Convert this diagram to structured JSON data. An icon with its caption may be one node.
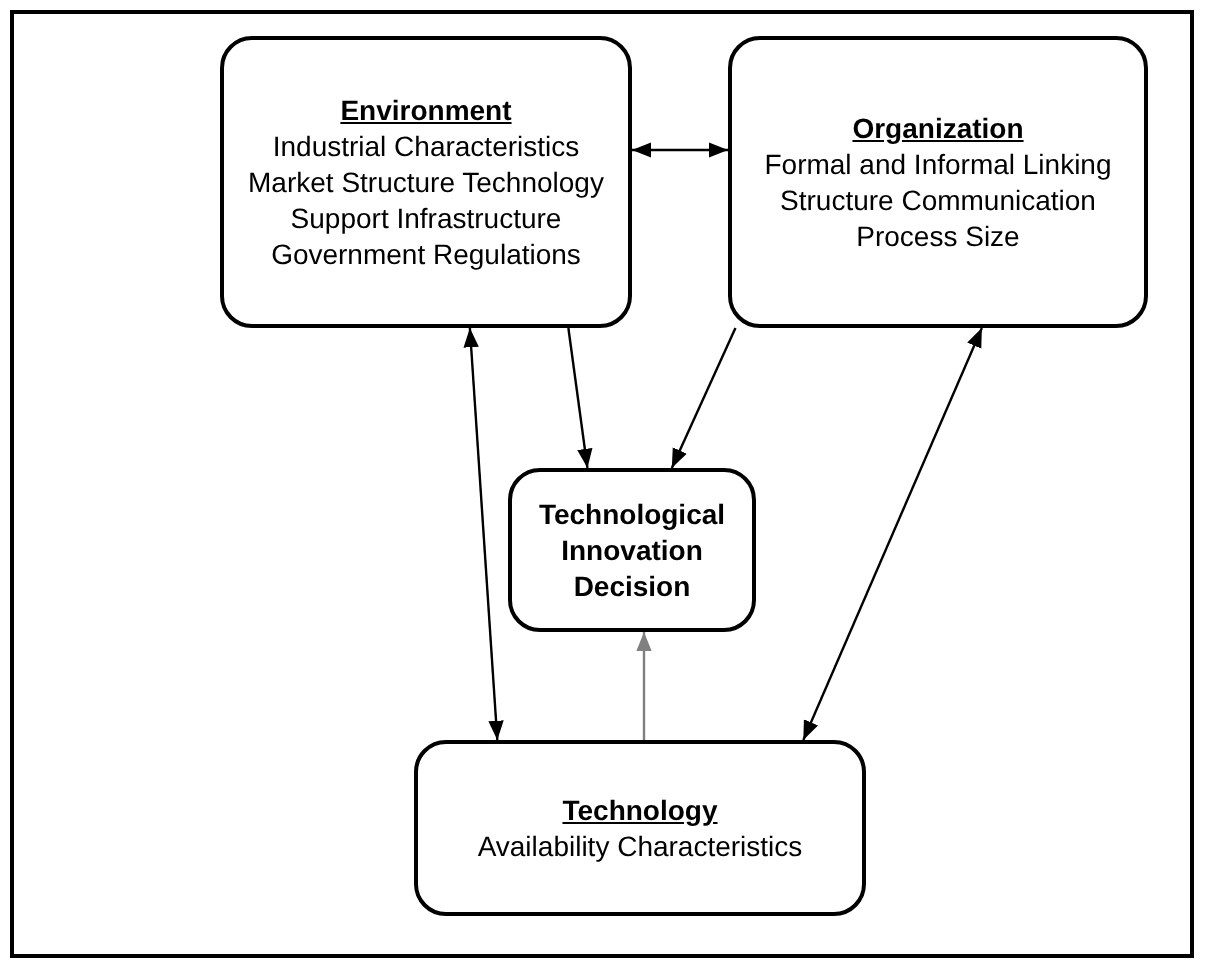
{
  "diagram": {
    "nodes": [
      {
        "text": [
          "Environment",
          "Industrial Characteristics Market Structure Technology Support Infrastructure Government Regulations"
        ]
      },
      {
        "text": [
          "Organization",
          "Formal and Informal Linking Structure Communication Process Size"
        ]
      },
      {
        "text": [
          "Technological Innovation Decision"
        ]
      },
      {
        "text": [
          "Technology",
          "Availability Characteristics"
        ]
      }
    ],
    "edges": [
      {
        "from": 0,
        "to": 1,
        "arrow": "both"
      },
      {
        "from": 0,
        "to": 2,
        "arrow": "to"
      },
      {
        "from": 1,
        "to": 2,
        "arrow": "to"
      },
      {
        "from": 0,
        "to": 3,
        "arrow": "both"
      },
      {
        "from": 1,
        "to": 3,
        "arrow": "both"
      },
      {
        "from": 3,
        "to": 2,
        "arrow": "to",
        "color": "#808080"
      }
    ]
  }
}
